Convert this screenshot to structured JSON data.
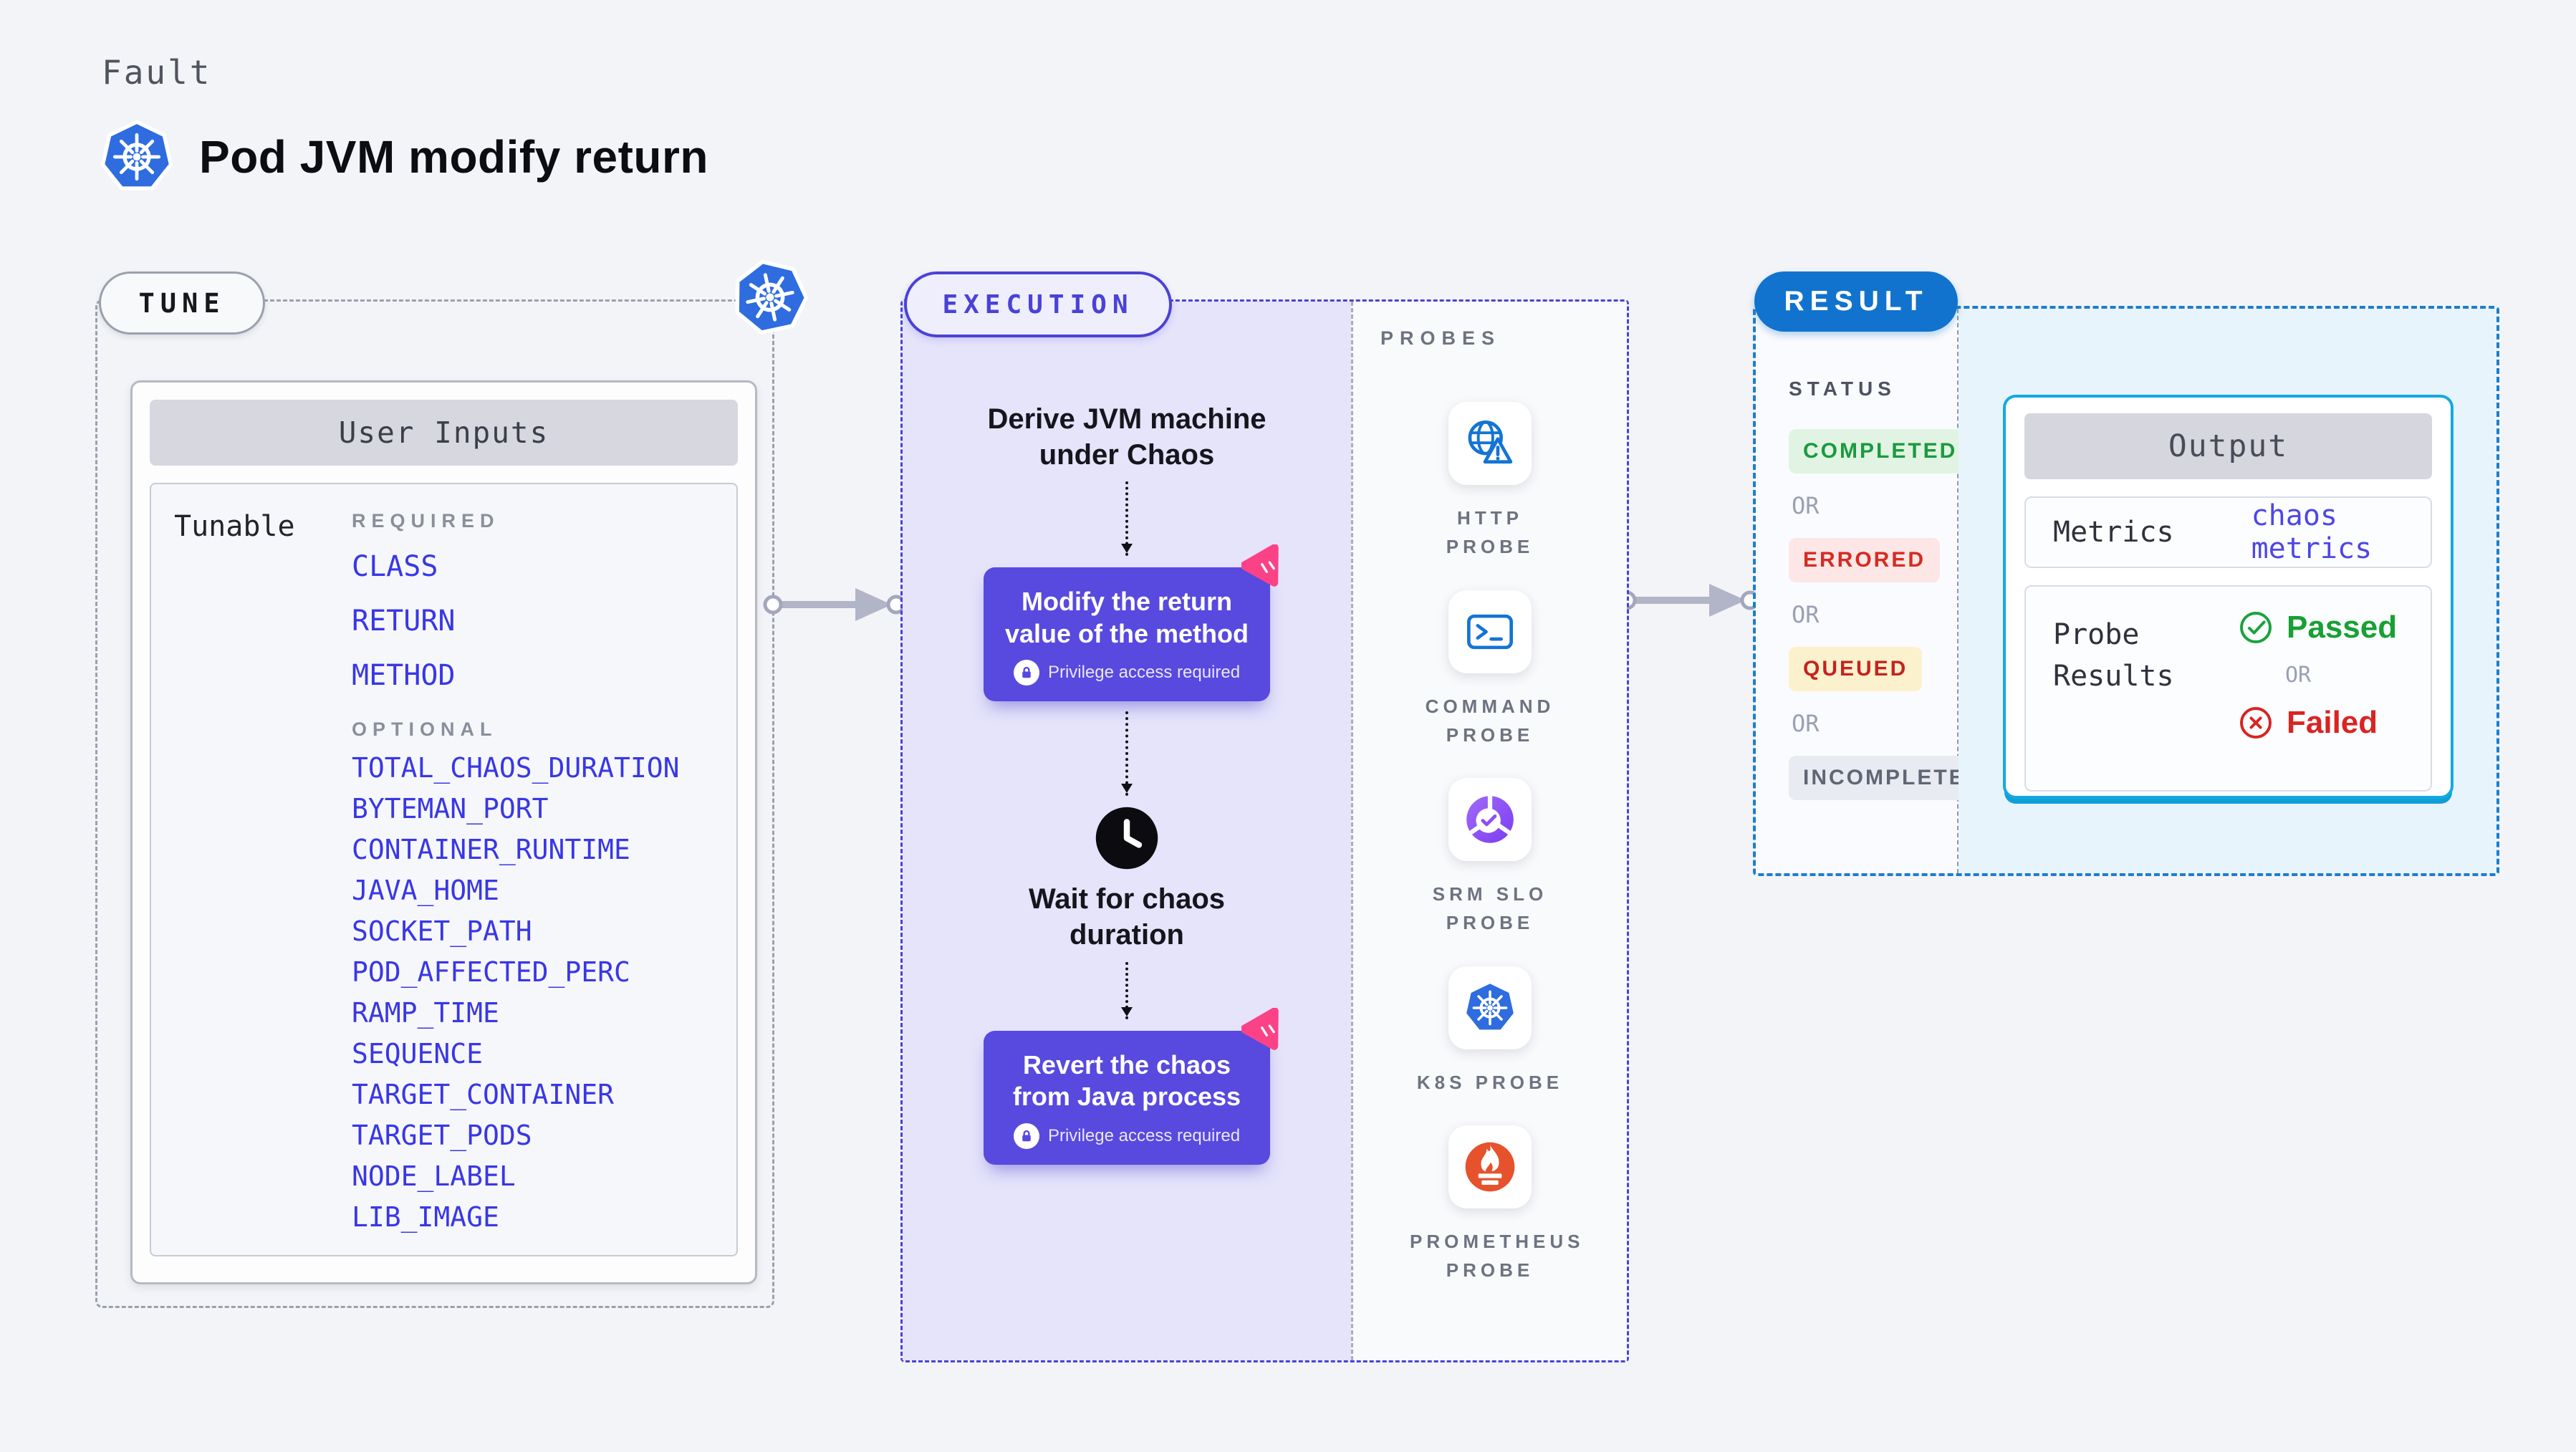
{
  "header": {
    "eyebrow": "Fault",
    "title": "Pod JVM modify return"
  },
  "tune": {
    "pill": "TUNE",
    "card_title": "User Inputs",
    "row_label": "Tunable",
    "required_label": "REQUIRED",
    "required": [
      "CLASS",
      "RETURN",
      "METHOD"
    ],
    "optional_label": "OPTIONAL",
    "optional": [
      "TOTAL_CHAOS_DURATION",
      "BYTEMAN_PORT",
      "CONTAINER_RUNTIME",
      "JAVA_HOME",
      "SOCKET_PATH",
      "POD_AFFECTED_PERC",
      "RAMP_TIME",
      "SEQUENCE",
      "TARGET_CONTAINER",
      "TARGET_PODS",
      "NODE_LABEL",
      "LIB_IMAGE"
    ]
  },
  "execution": {
    "pill": "EXECUTION",
    "step_derive": "Derive JVM machine under Chaos",
    "step_modify": "Modify the return value of the method",
    "privilege_note": "Privilege access required",
    "step_wait": "Wait for chaos duration",
    "step_revert": "Revert the chaos from Java process"
  },
  "probes": {
    "panel_label": "PROBES",
    "items": [
      {
        "label": "HTTP PROBE",
        "icon": "globe-warning-icon"
      },
      {
        "label": "COMMAND PROBE",
        "icon": "terminal-icon"
      },
      {
        "label": "SRM SLO PROBE",
        "icon": "slo-gauge-icon"
      },
      {
        "label": "K8S PROBE",
        "icon": "kubernetes-icon"
      },
      {
        "label": "PROMETHEUS PROBE",
        "icon": "prometheus-flame-icon"
      }
    ]
  },
  "result": {
    "pill": "RESULT",
    "status_label": "STATUS",
    "or_label": "OR",
    "statuses": [
      {
        "label": "COMPLETED",
        "color": "#1b9a3e"
      },
      {
        "label": "ERRORED",
        "color": "#d62b22"
      },
      {
        "label": "QUEUED",
        "color": "#c42320"
      },
      {
        "label": "INCOMPLETED",
        "color": "#606674"
      }
    ],
    "output": {
      "title": "Output",
      "metrics_label": "Metrics",
      "metrics_value": "chaos metrics",
      "probe_results_label": "Probe Results",
      "passed_label": "Passed",
      "failed_label": "Failed"
    }
  },
  "colors": {
    "background": "#f3f4f8",
    "kubernetes_blue": "#326ce5",
    "tune_dash_gray": "#9aa0ad",
    "execution_indigo": "#4a42d6",
    "execution_fill": "#e5e4fb",
    "chaos_box_purple": "#5849df",
    "chaos_badge_pink": "#fb4287",
    "param_link_indigo": "#3937e6",
    "result_blue": "#1173cd",
    "result_dash_blue": "#1b7ed1",
    "output_border_cyan": "#14a9e2",
    "output_fill_cyan": "#e7f4fc",
    "passed_green": "#17a034",
    "failed_red": "#d92423",
    "probe_icon_blue": "#1474d4",
    "prometheus_orange": "#e6522c"
  }
}
